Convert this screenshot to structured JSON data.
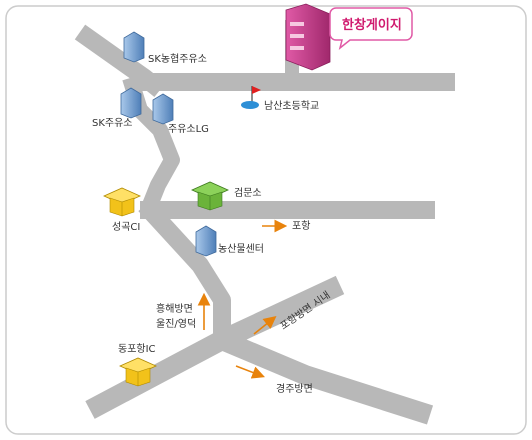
{
  "map": {
    "destination": "한창게이지",
    "landmarks": {
      "sk_nonghyup": "SK농협주유소",
      "sk_gas": "SK주유소",
      "lg_gas": "주유소LG",
      "school": "남산초등학교",
      "checkpoint": "검문소",
      "seonggok_ic": "성곡CI",
      "produce_center": "농산물센터",
      "dongpohang_ic": "동포항IC"
    },
    "directions": {
      "pohang": "포항",
      "heunghae_line1": "흥해방면",
      "heunghae_line2": "울진/영덕",
      "pohang_city": "포항방면 시내",
      "gyeongju": "경주방면"
    },
    "colors": {
      "road": "#b8b8b8",
      "arrow": "#e8830c",
      "building": "#c0388a",
      "ic_yellow": "#f2c21a",
      "checkpoint_green": "#6bb33a",
      "gas_blue": "#7fa9d6",
      "school_blue": "#2e8fd6"
    }
  }
}
